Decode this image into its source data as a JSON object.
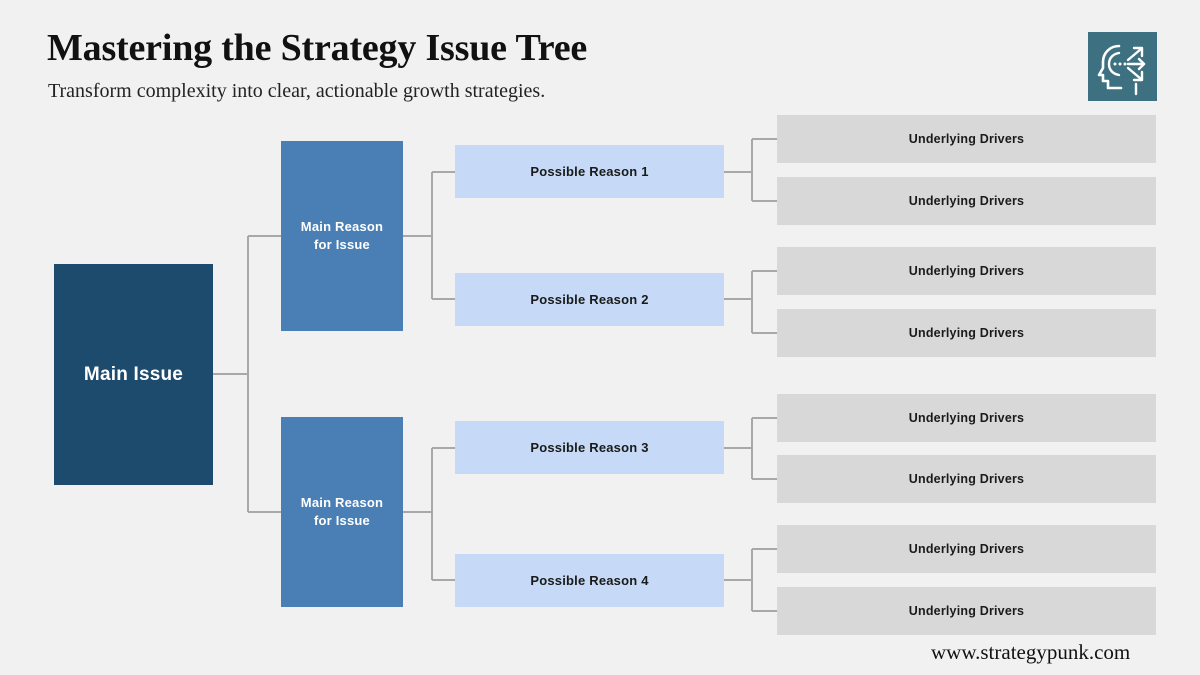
{
  "header": {
    "title": "Mastering the Strategy Issue Tree",
    "subtitle": "Transform complexity into clear, actionable growth strategies.",
    "logo_icon": "head-with-arrows-icon",
    "logo_color": "#3d7181"
  },
  "footer": {
    "url": "www.strategypunk.com"
  },
  "colors": {
    "background": "#f1f1f1",
    "main_issue": "#1d4b6e",
    "main_reason": "#4a7fb5",
    "possible_reason": "#c6daf7",
    "driver": "#d8d8d8",
    "connector": "#a8a8a8"
  },
  "tree": {
    "root": {
      "label": "Main Issue"
    },
    "branches": [
      {
        "label": "Main Reason\nfor Issue",
        "reasons": [
          {
            "label": "Possible Reason 1",
            "drivers": [
              {
                "label": "Underlying Drivers"
              },
              {
                "label": "Underlying Drivers"
              }
            ]
          },
          {
            "label": "Possible Reason 2",
            "drivers": [
              {
                "label": "Underlying Drivers"
              },
              {
                "label": "Underlying Drivers"
              }
            ]
          }
        ]
      },
      {
        "label": "Main Reason\nfor Issue",
        "reasons": [
          {
            "label": "Possible Reason 3",
            "drivers": [
              {
                "label": "Underlying Drivers"
              },
              {
                "label": "Underlying Drivers"
              }
            ]
          },
          {
            "label": "Possible Reason 4",
            "drivers": [
              {
                "label": "Underlying Drivers"
              },
              {
                "label": "Underlying Drivers"
              }
            ]
          }
        ]
      }
    ]
  }
}
